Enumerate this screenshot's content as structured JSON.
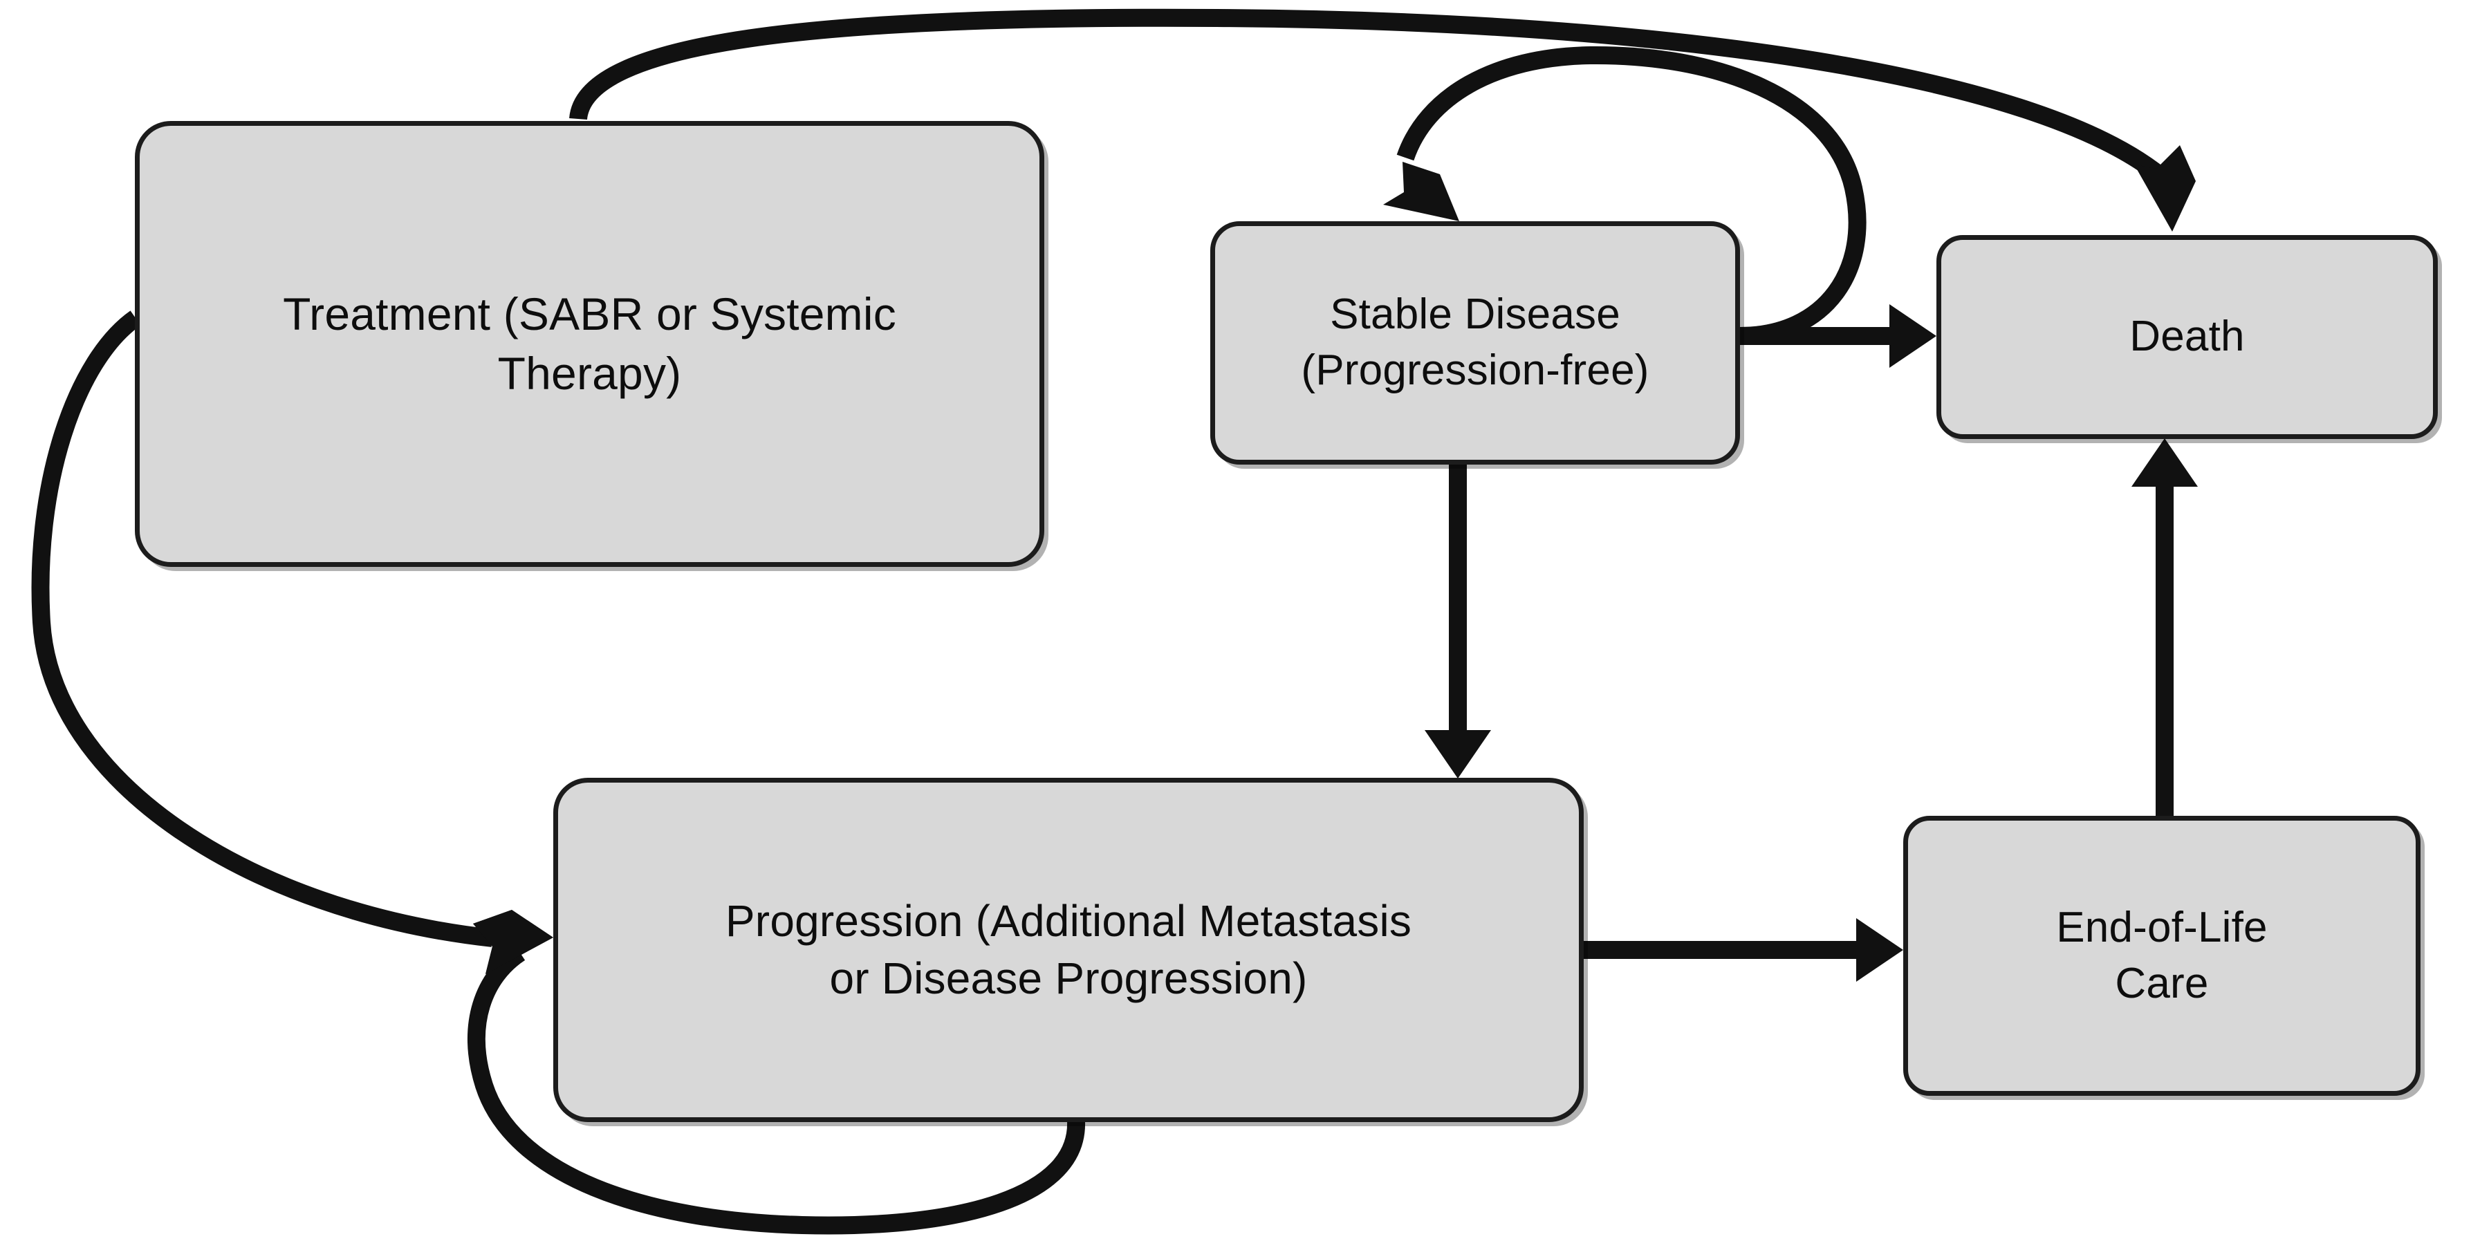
{
  "diagram": {
    "title": "Patient disease-state transition flowchart",
    "background_color": "#ffffff",
    "node_fill_color": "#d8d8d8",
    "node_border_color": "#1c1c1c",
    "edge_color": "#111111",
    "text_color": "#0d0d0d"
  },
  "nodes": [
    {
      "id": "treatment",
      "label": "Treatment (SABR or Systemic\nTherapy)",
      "shape": "rounded-rectangle"
    },
    {
      "id": "stable_disease",
      "label": "Stable Disease\n(Progression-free)",
      "shape": "rounded-rectangle"
    },
    {
      "id": "death",
      "label": "Death",
      "shape": "rounded-rectangle"
    },
    {
      "id": "progression",
      "label": "Progression (Additional Metastasis\nor Disease Progression)",
      "shape": "rounded-rectangle"
    },
    {
      "id": "end_of_life_care",
      "label": "End-of-Life\nCare",
      "shape": "rounded-rectangle"
    }
  ],
  "edges": [
    {
      "id": "treatment-to-death",
      "from": "treatment",
      "to": "death",
      "style": "curved",
      "label": ""
    },
    {
      "id": "treatment-to-progression",
      "from": "treatment",
      "to": "progression",
      "style": "curved",
      "label": ""
    },
    {
      "id": "stable-self-loop",
      "from": "stable_disease",
      "to": "stable_disease",
      "style": "self-loop",
      "label": ""
    },
    {
      "id": "stable-to-death",
      "from": "stable_disease",
      "to": "death",
      "style": "straight",
      "label": ""
    },
    {
      "id": "stable-to-progression",
      "from": "stable_disease",
      "to": "progression",
      "style": "straight",
      "label": ""
    },
    {
      "id": "progression-self-loop",
      "from": "progression",
      "to": "progression",
      "style": "self-loop",
      "label": ""
    },
    {
      "id": "progression-to-eol",
      "from": "progression",
      "to": "end_of_life_care",
      "style": "straight",
      "label": ""
    },
    {
      "id": "eol-to-death",
      "from": "end_of_life_care",
      "to": "death",
      "style": "straight",
      "label": ""
    }
  ]
}
